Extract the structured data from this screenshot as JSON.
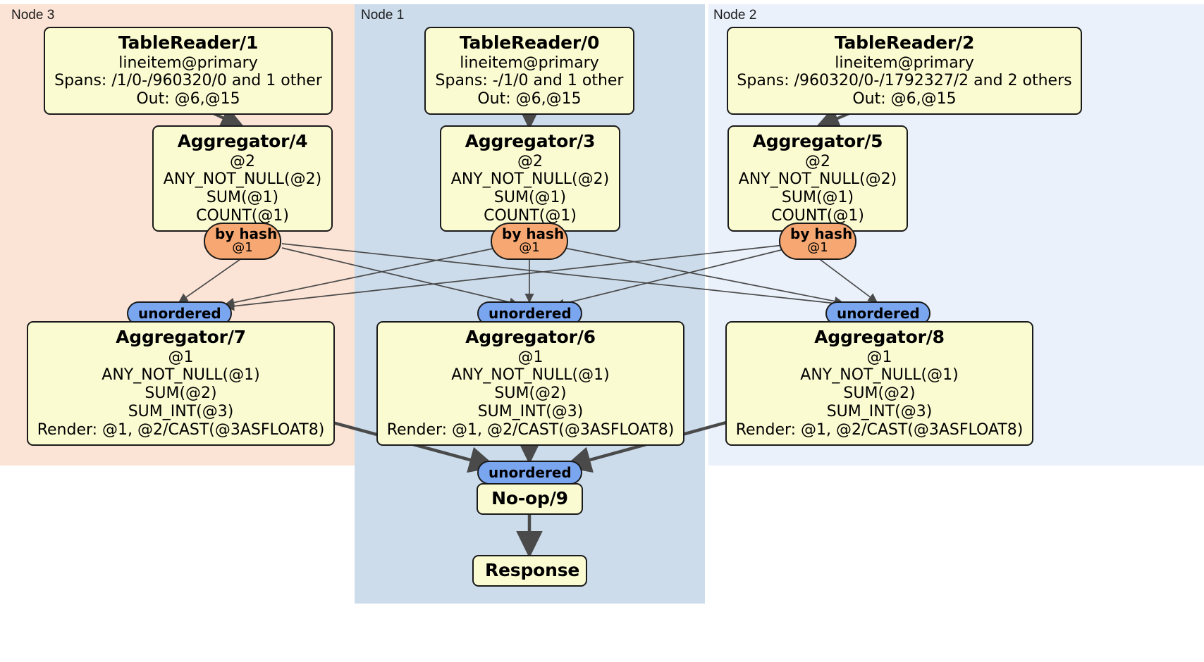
{
  "diagram": {
    "type": "distributed-query-plan",
    "colors": {
      "node3_panel": "#fbe3d5",
      "node1_panel": "#ccdceb",
      "node2_panel": "#eaf1fb",
      "box_fill": "#fbfbd2",
      "hash_pill": "#f7a872",
      "unordered_pill": "#7aa6f0",
      "stroke": "#1a1a1a",
      "edge": "#4a4a4a"
    },
    "panels": [
      {
        "id": "node3",
        "label": "Node 3"
      },
      {
        "id": "node1",
        "label": "Node 1"
      },
      {
        "id": "node2",
        "label": "Node 2"
      }
    ],
    "nodes": {
      "table_reader_1": {
        "title": "TableReader/1",
        "lines": [
          "lineitem@primary",
          "Spans: /1/0-/960320/0 and 1 other",
          "Out: @6,@15"
        ]
      },
      "table_reader_0": {
        "title": "TableReader/0",
        "lines": [
          "lineitem@primary",
          "Spans: -/1/0 and 1 other",
          "Out: @6,@15"
        ]
      },
      "table_reader_2": {
        "title": "TableReader/2",
        "lines": [
          "lineitem@primary",
          "Spans: /960320/0-/1792327/2 and 2 others",
          "Out: @6,@15"
        ]
      },
      "aggregator_4": {
        "title": "Aggregator/4",
        "lines": [
          "@2",
          "ANY_NOT_NULL(@2)",
          "SUM(@1)",
          "COUNT(@1)"
        ]
      },
      "aggregator_3": {
        "title": "Aggregator/3",
        "lines": [
          "@2",
          "ANY_NOT_NULL(@2)",
          "SUM(@1)",
          "COUNT(@1)"
        ]
      },
      "aggregator_5": {
        "title": "Aggregator/5",
        "lines": [
          "@2",
          "ANY_NOT_NULL(@2)",
          "SUM(@1)",
          "COUNT(@1)"
        ]
      },
      "aggregator_7": {
        "title": "Aggregator/7",
        "lines": [
          "@1",
          "ANY_NOT_NULL(@1)",
          "SUM(@2)",
          "SUM_INT(@3)",
          "Render: @1, @2/CAST(@3ASFLOAT8)"
        ]
      },
      "aggregator_6": {
        "title": "Aggregator/6",
        "lines": [
          "@1",
          "ANY_NOT_NULL(@1)",
          "SUM(@2)",
          "SUM_INT(@3)",
          "Render: @1, @2/CAST(@3ASFLOAT8)"
        ]
      },
      "aggregator_8": {
        "title": "Aggregator/8",
        "lines": [
          "@1",
          "ANY_NOT_NULL(@1)",
          "SUM(@2)",
          "SUM_INT(@3)",
          "Render: @1, @2/CAST(@3ASFLOAT8)"
        ]
      },
      "noop_9": {
        "title": "No-op/9"
      },
      "response": {
        "title": "Response"
      }
    },
    "pills": {
      "hash_left": {
        "label": "by hash",
        "column": "@1"
      },
      "hash_center": {
        "label": "by hash",
        "column": "@1"
      },
      "hash_right": {
        "label": "by hash",
        "column": "@1"
      },
      "unordered_left": {
        "label": "unordered"
      },
      "unordered_center": {
        "label": "unordered"
      },
      "unordered_right": {
        "label": "unordered"
      },
      "unordered_final": {
        "label": "unordered"
      }
    }
  }
}
